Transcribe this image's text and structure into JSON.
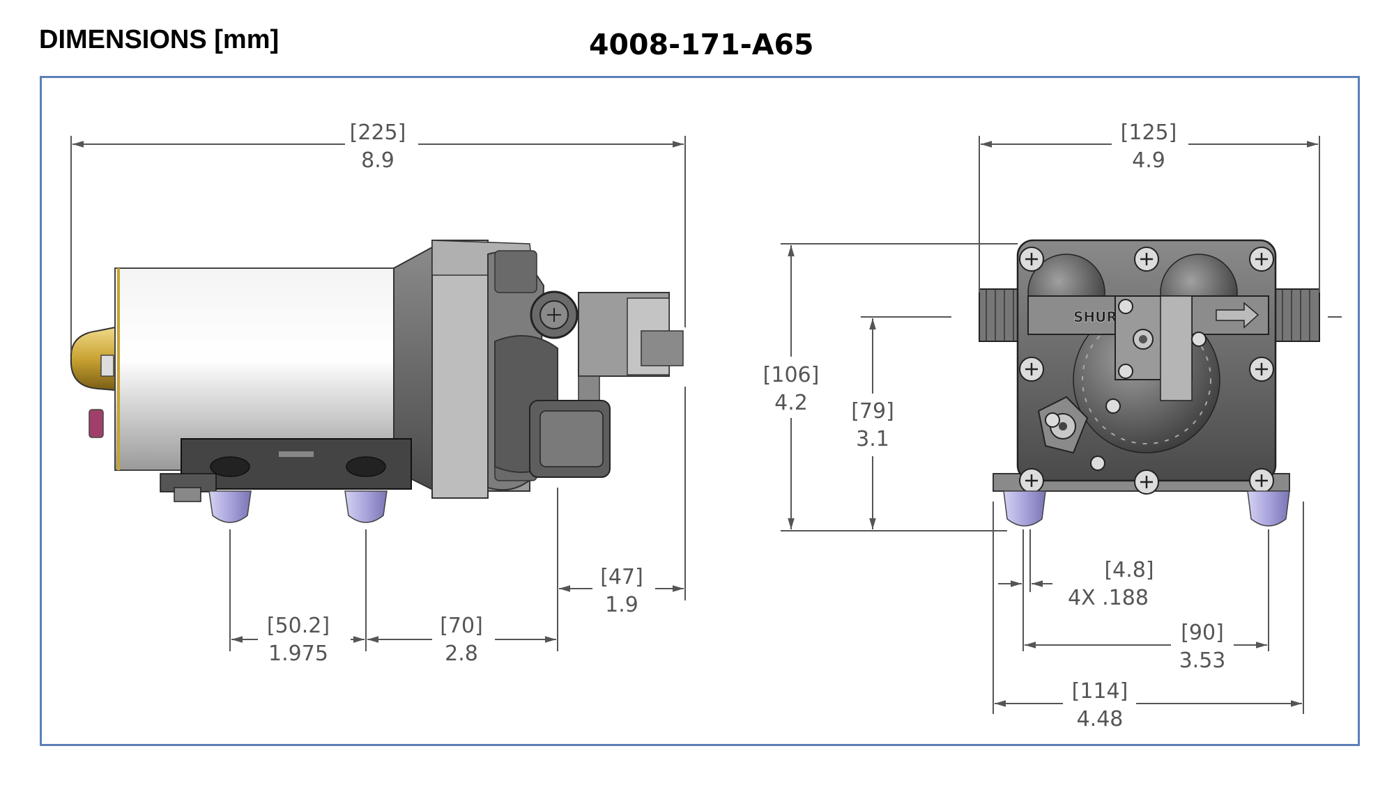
{
  "header": {
    "section_title": "DIMENSIONS [mm]",
    "part_number": "4008-171-A65"
  },
  "brand_label": "SHURflo",
  "side_view": {
    "overall_length": {
      "mm": "[225]",
      "in": "8.9"
    },
    "mount_hole_spacing": {
      "mm": "[50.2]",
      "in": "1.975"
    },
    "hole_to_port": {
      "mm": "[70]",
      "in": "2.8"
    },
    "port_to_end": {
      "mm": "[47]",
      "in": "1.9"
    }
  },
  "end_view": {
    "port_width": {
      "mm": "[125]",
      "in": "4.9"
    },
    "overall_height": {
      "mm": "[106]",
      "in": "4.2"
    },
    "port_height": {
      "mm": "[79]",
      "in": "3.1"
    },
    "hole_diameter": {
      "mm": "[4.8]",
      "in": "4X  .188"
    },
    "mount_spacing": {
      "mm": "[90]",
      "in": "3.53"
    },
    "base_width": {
      "mm": "[114]",
      "in": "4.48"
    }
  },
  "colors": {
    "frame": "#5b7fb8",
    "dimension_line": "#555555",
    "housing": "#6e6e6e",
    "motor": "#e6e6e6",
    "brass_cap": "#c9a332",
    "feet": "#a9a4dc"
  }
}
